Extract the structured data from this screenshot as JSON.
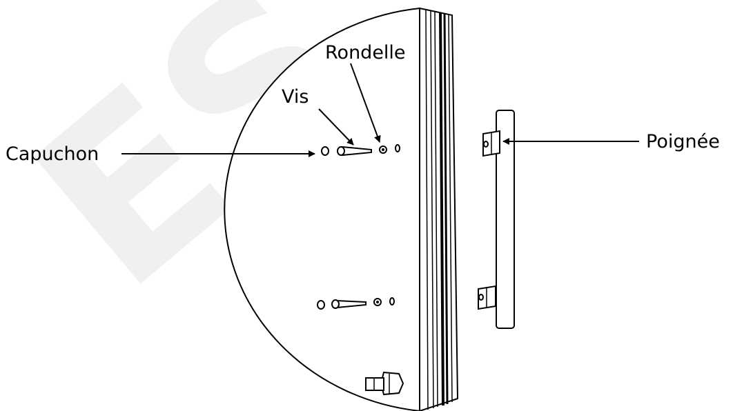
{
  "labels": {
    "washer": "Rondelle",
    "screw": "Vis",
    "cap": "Capuchon",
    "handle": "Poignée",
    "watermark": "ES"
  },
  "colors": {
    "line": "#000000",
    "background": "#ffffff",
    "watermark": "#f0f0f0"
  }
}
